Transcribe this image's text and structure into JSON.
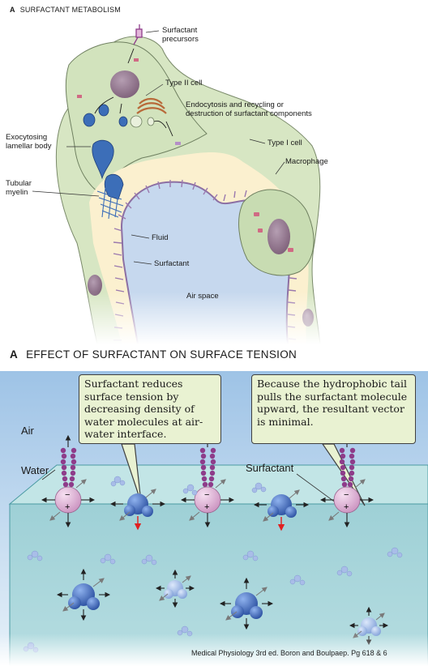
{
  "panel_a": {
    "letter": "A",
    "title": "SURFACTANT METABOLISM",
    "labels": {
      "precursors": "Surfactant\nprecursors",
      "type2": "Type II cell",
      "endocytosis": "Endocytosis and recycling or\ndestruction of surfactant components",
      "type1": "Type I cell",
      "exocytosing": "Exocytosing\nlamellar body",
      "macrophage": "Macrophage",
      "tubular": "Tubular\nmyelin",
      "fluid": "Fluid",
      "surfactant": "Surfactant",
      "airspace": "Air space"
    },
    "colors": {
      "cell": "#d7e6c3",
      "fluid": "#fbf0cf",
      "airspace": "#c6d8ee",
      "surfactant": "#9b79ae",
      "organelle": "#3c6eb8",
      "nucleus": "#9a7e96"
    }
  },
  "panel_b": {
    "letter": "A",
    "title": "EFFECT OF SURFACTANT ON SURFACE TENSION",
    "callout_left": "Surfactant reduces surface tension by decreasing density of water molecules at air-water interface.",
    "callout_right": "Because the hydrophobic tail pulls the surfactant molecule upward, the resultant vector is minimal.",
    "label_air": "Air",
    "label_water": "Water",
    "label_surfactant": "Surfactant",
    "colors": {
      "air": "#dbe9f5",
      "water": "#a9d6db",
      "molecule": "#3a64b4",
      "surfactant_head": "#e3b7da",
      "tail": "#8e3c8a",
      "callout_bg": "#e9f2d2",
      "red_arrow": "#e02020"
    }
  },
  "credit": "Medical Physiology 3rd ed. Boron and Boulpaep. Pg 618 & 6"
}
